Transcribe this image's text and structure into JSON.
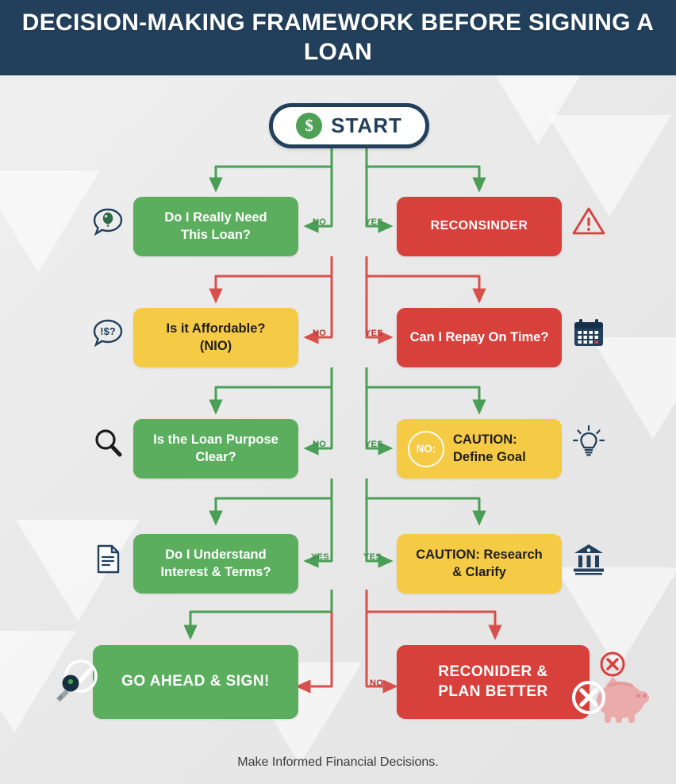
{
  "header": {
    "title": "DECISION-MAKING FRAMEWORK BEFORE SIGNING A LOAN"
  },
  "colors": {
    "header_bg": "#22405c",
    "green": "#5aae5e",
    "red": "#d8403c",
    "yellow": "#f5ca45",
    "canvas_bg": "#ececec",
    "green_arrow": "#4a9e56",
    "red_arrow": "#d8504c"
  },
  "start": {
    "label": "START",
    "coin_glyph": "$",
    "icon": "dollar-coin-icon"
  },
  "rows": [
    {
      "id": "row-need",
      "left": {
        "text": "Do I Really Need This Loan?",
        "color": "green",
        "icon": "speech-bubble-idea-icon"
      },
      "right": {
        "text": "RECONSINDER",
        "color": "red",
        "icon": "warning-triangle-icon"
      },
      "edge_left": "NO",
      "edge_right": "YES",
      "arrow_color": "green"
    },
    {
      "id": "row-affordable",
      "left": {
        "text": "Is it Affordable? (NIO)",
        "color": "yellow",
        "icon": "speech-bubble-question-icon"
      },
      "right": {
        "text": "Can I Repay On Time?",
        "color": "red",
        "icon": "calendar-icon"
      },
      "edge_left": "NO",
      "edge_right": "YES",
      "arrow_color": "red"
    },
    {
      "id": "row-purpose",
      "left": {
        "text": "Is the Loan Purpose Clear?",
        "color": "green",
        "icon": "magnifier-icon"
      },
      "right": {
        "text": "CAUTION: Define Goal",
        "color": "yellow",
        "icon": "lightbulb-icon",
        "badge": "NO:"
      },
      "edge_left": "NO",
      "edge_right": "YES",
      "arrow_color": "green"
    },
    {
      "id": "row-terms",
      "left": {
        "text": "Do I Understand Interest & Terms?",
        "color": "green",
        "icon": "document-icon"
      },
      "right": {
        "text": "CAUTION: Research & Clarify",
        "color": "yellow",
        "icon": "bank-icon"
      },
      "edge_left": "YES",
      "edge_right": "YES",
      "arrow_color": "green"
    },
    {
      "id": "row-final",
      "left": {
        "text": "GO AHEAD & SIGN!",
        "color": "green",
        "icon": "key-check-icon"
      },
      "right": {
        "text": "RECONIDER & PLAN BETTER",
        "color": "red",
        "icon": "piggy-bank-blocked-icon"
      },
      "edge_left": "",
      "edge_right": "NO",
      "arrow_color": "mixed"
    }
  ],
  "node_texts": {
    "r1l_line1": "Do I Really Need",
    "r1l_line2": "This Loan?",
    "r1r": "RECONSINDER",
    "r2l_line1": "Is it Affordable?",
    "r2l_line2": "(NIO)",
    "r2r": "Can I Repay On Time?",
    "r3l_line1": "Is the Loan Purpose",
    "r3l_line2": "Clear?",
    "r3r_line1": "CAUTION:",
    "r3r_line2": "Define Goal",
    "r3r_badge": "NO:",
    "r4l_line1": "Do I Understand",
    "r4l_line2": "Interest & Terms?",
    "r4r_line1": "CAUTION: Research",
    "r4r_line2": "& Clarify",
    "r5l": "GO AHEAD & SIGN!",
    "r5r_line1": "RECONIDER &",
    "r5r_line2": "PLAN BETTER"
  },
  "edge_labels": {
    "r1_no": "NO",
    "r1_yes": "YES",
    "r2_no": "NO",
    "r2_yes": "YES",
    "r3_no": "NO",
    "r3_yes": "YES",
    "r4_yes_a": "YES",
    "r4_yes_b": "YES",
    "r5_no": "NO"
  },
  "footer": {
    "text": "Make Informed Financial Decisions."
  }
}
